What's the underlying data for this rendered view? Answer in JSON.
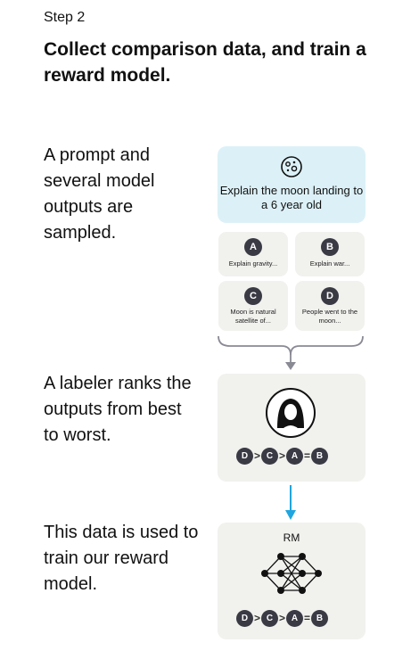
{
  "header": {
    "step": "Step 2",
    "title": "Collect comparison data, and train a reward model."
  },
  "sections": [
    {
      "text": "A prompt and several model outputs are sampled."
    },
    {
      "text": "A labeler ranks the outputs from best to worst."
    },
    {
      "text": "This data is used to train our reward model."
    }
  ],
  "prompt": {
    "icon": "moon-icon",
    "text": "Explain the moon landing to a 6 year old"
  },
  "outputs": [
    {
      "letter": "A",
      "text": "Explain gravity..."
    },
    {
      "letter": "B",
      "text": "Explain war..."
    },
    {
      "letter": "C",
      "text": "Moon is natural satellite of..."
    },
    {
      "letter": "D",
      "text": "People went to the moon..."
    }
  ],
  "ranking": {
    "items": [
      "D",
      ">",
      "C",
      ">",
      "A",
      "=",
      "B"
    ]
  },
  "reward_model": {
    "label": "RM",
    "icon": "neural-network-icon"
  },
  "colors": {
    "prompt_bg": "#dcf1f7",
    "panel_bg": "#f1f2ee",
    "badge": "#3a3a45",
    "arrow_gray": "#8a8a95",
    "arrow_blue": "#1fa6e0"
  }
}
